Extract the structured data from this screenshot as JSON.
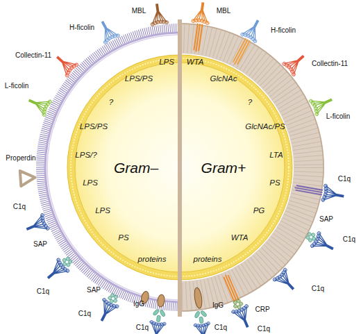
{
  "diagram": {
    "labels": [
      "MBL",
      "MBL",
      "H-ficolin",
      "H-ficolin",
      "Collectin-11",
      "Collectin-11",
      "L-ficolin",
      "L-ficolin",
      "LPS",
      "WTA",
      "LPS/PS",
      "GlcNAc",
      "?",
      "?",
      "LPS/PS",
      "GlcNAc/PS",
      "LPS/?",
      "LTA",
      "Gram–",
      "Gram+",
      "Properdin",
      "LPS",
      "PS",
      "C1q",
      "C1q",
      "LPS",
      "PG",
      "SAP",
      "PS",
      "WTA",
      "C1q",
      "SAP",
      "proteins",
      "proteins",
      "SAP",
      "C1q",
      "C1q",
      "IgG",
      "IgG",
      "CRP",
      "C1q",
      "C1q",
      "C1q",
      "C1q"
    ]
  }
}
